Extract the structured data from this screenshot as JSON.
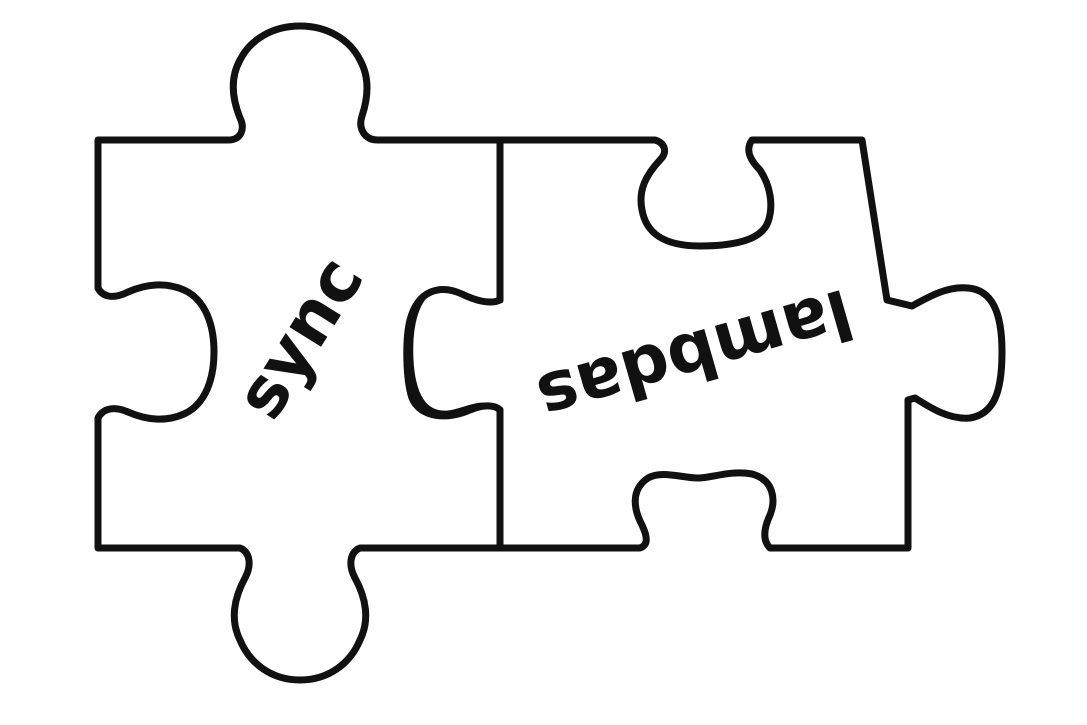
{
  "diagram": {
    "pieces": [
      {
        "id": "left",
        "label": "sync"
      },
      {
        "id": "right",
        "label": "lambdas"
      }
    ],
    "colors": {
      "stroke": "#111111",
      "fill": "#ffffff",
      "text": "#111111"
    }
  }
}
